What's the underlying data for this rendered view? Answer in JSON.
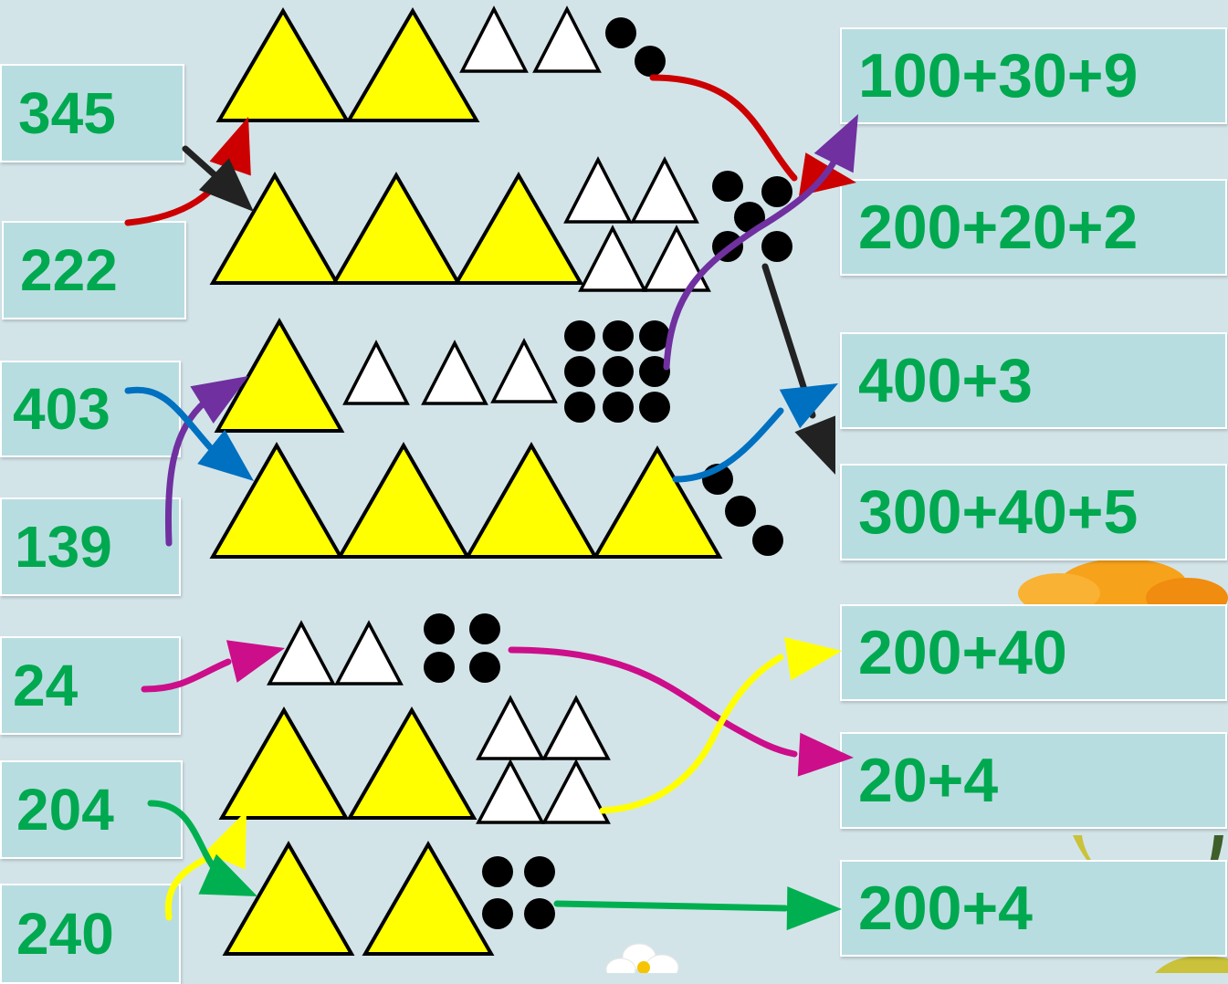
{
  "numbers": [
    "345",
    "222",
    "403",
    "139",
    "24",
    "204",
    "240"
  ],
  "expansions": [
    "100+30+9",
    "200+20+2",
    "400+3",
    "300+40+5",
    "200+40",
    "20+4",
    "200+4"
  ],
  "colors": {
    "card_fill": "#b8dde1",
    "text_green": "#00a84f",
    "hundred_triangle": "#ffff00",
    "ten_triangle": "#ffffff",
    "unit_dot": "#000000",
    "arrow_red": "#cc0000",
    "arrow_black": "#222222",
    "arrow_purple": "#7030a0",
    "arrow_blue": "#0070c0",
    "arrow_magenta": "#cc0e8a",
    "arrow_yellow": "#ffff00",
    "arrow_green": "#00b050"
  },
  "icons": {
    "hundred": "yellow-triangle-icon",
    "ten": "white-triangle-icon",
    "unit": "black-dot-icon"
  }
}
